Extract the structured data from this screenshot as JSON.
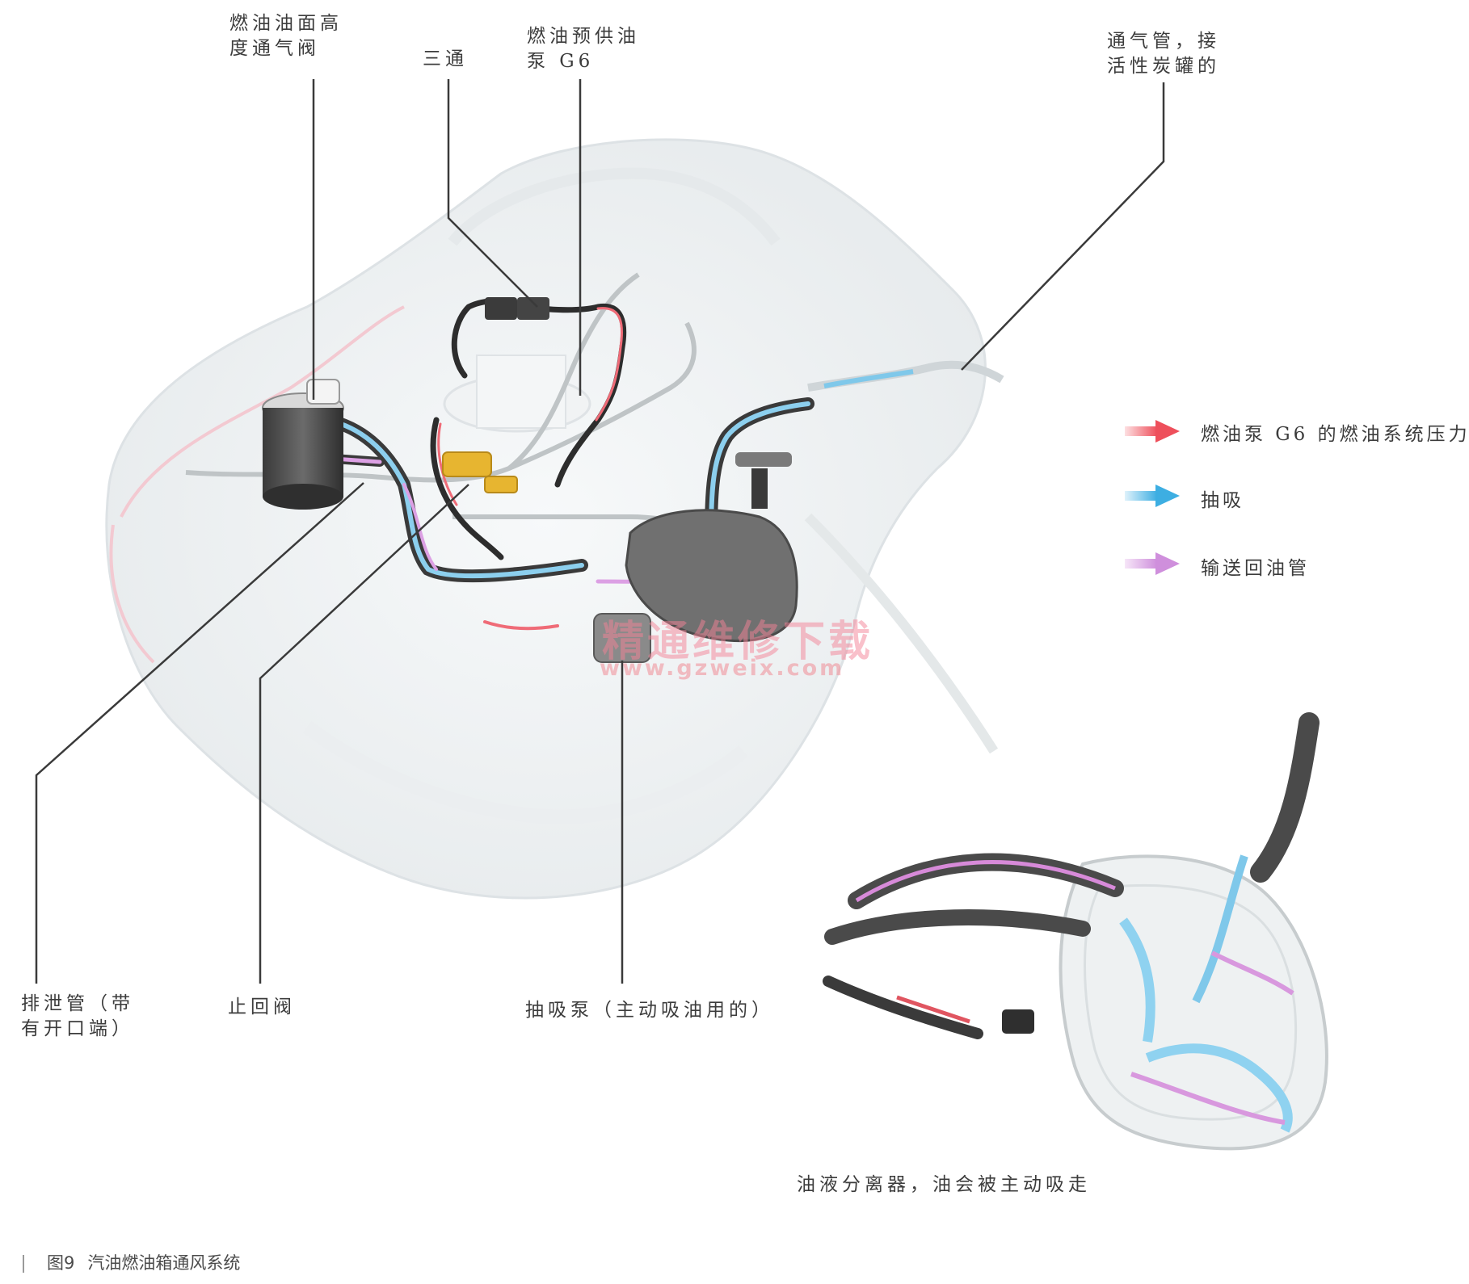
{
  "labels": {
    "level_vent_valve": [
      "燃油油面高",
      "度通气阀"
    ],
    "tee": [
      "三通"
    ],
    "prefeed_pump": [
      "燃油预供油",
      "泵 G6"
    ],
    "vent_pipe": [
      "通气管，接",
      "活性炭罐的"
    ],
    "drain_pipe": [
      "排泄管（带",
      "有开口端）"
    ],
    "check_valve": [
      "止回阀"
    ],
    "suction_pump": [
      "抽吸泵（主动吸油用的）"
    ],
    "separator": [
      "油液分离器，油会被主动吸走"
    ]
  },
  "legend": [
    {
      "text": "燃油泵 G6 的燃油系统压力",
      "color": "#f0606a"
    },
    {
      "text": "抽吸",
      "color": "#5ab8e6"
    },
    {
      "text": "输送回油管",
      "color": "#d89ae0"
    }
  ],
  "watermark": {
    "text": "精通维修下载",
    "url": "www.gzweix.com"
  },
  "caption": {
    "number": "图9",
    "title": "汽油燃油箱通风系统"
  }
}
